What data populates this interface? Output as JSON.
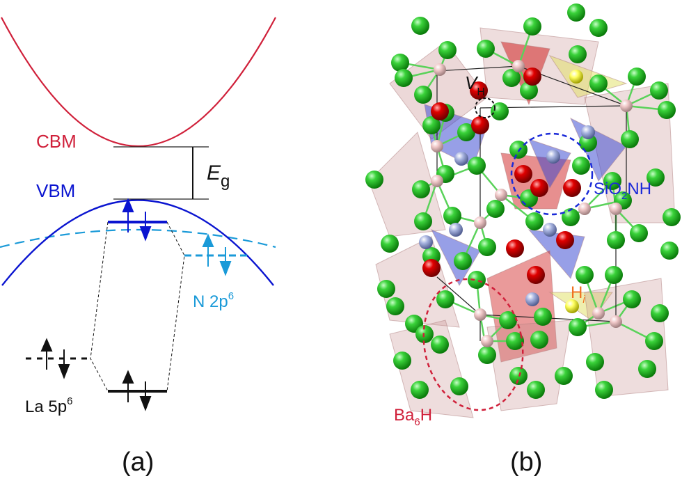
{
  "panel_a": {
    "cbm_label": "CBM",
    "vbm_label": "VBM",
    "gap_label": "E",
    "gap_sub": "g",
    "n_label": "N 2p",
    "n_sup": "6",
    "la_label": "La 5p",
    "la_sup": "6",
    "caption": "(a)"
  },
  "panel_b": {
    "vacancy_label": "V",
    "vacancy_sub": "H",
    "unit_label": "SiO",
    "unit_sub": "2",
    "unit_tail": "NH",
    "interstitial_label": "H",
    "interstitial_sub": "i",
    "cluster_label": "Ba",
    "cluster_sub": "6",
    "cluster_tail": "H",
    "caption": "(b)"
  },
  "colors": {
    "cbm": "#d0203a",
    "vbm": "#0a14d0",
    "n2p": "#1a9ad8",
    "ba": "#2fc42f",
    "o": "#e00000",
    "h": "#f0c8c8",
    "n": "#a8b4e0",
    "si": "#ffff60",
    "orange": "#f07020"
  }
}
